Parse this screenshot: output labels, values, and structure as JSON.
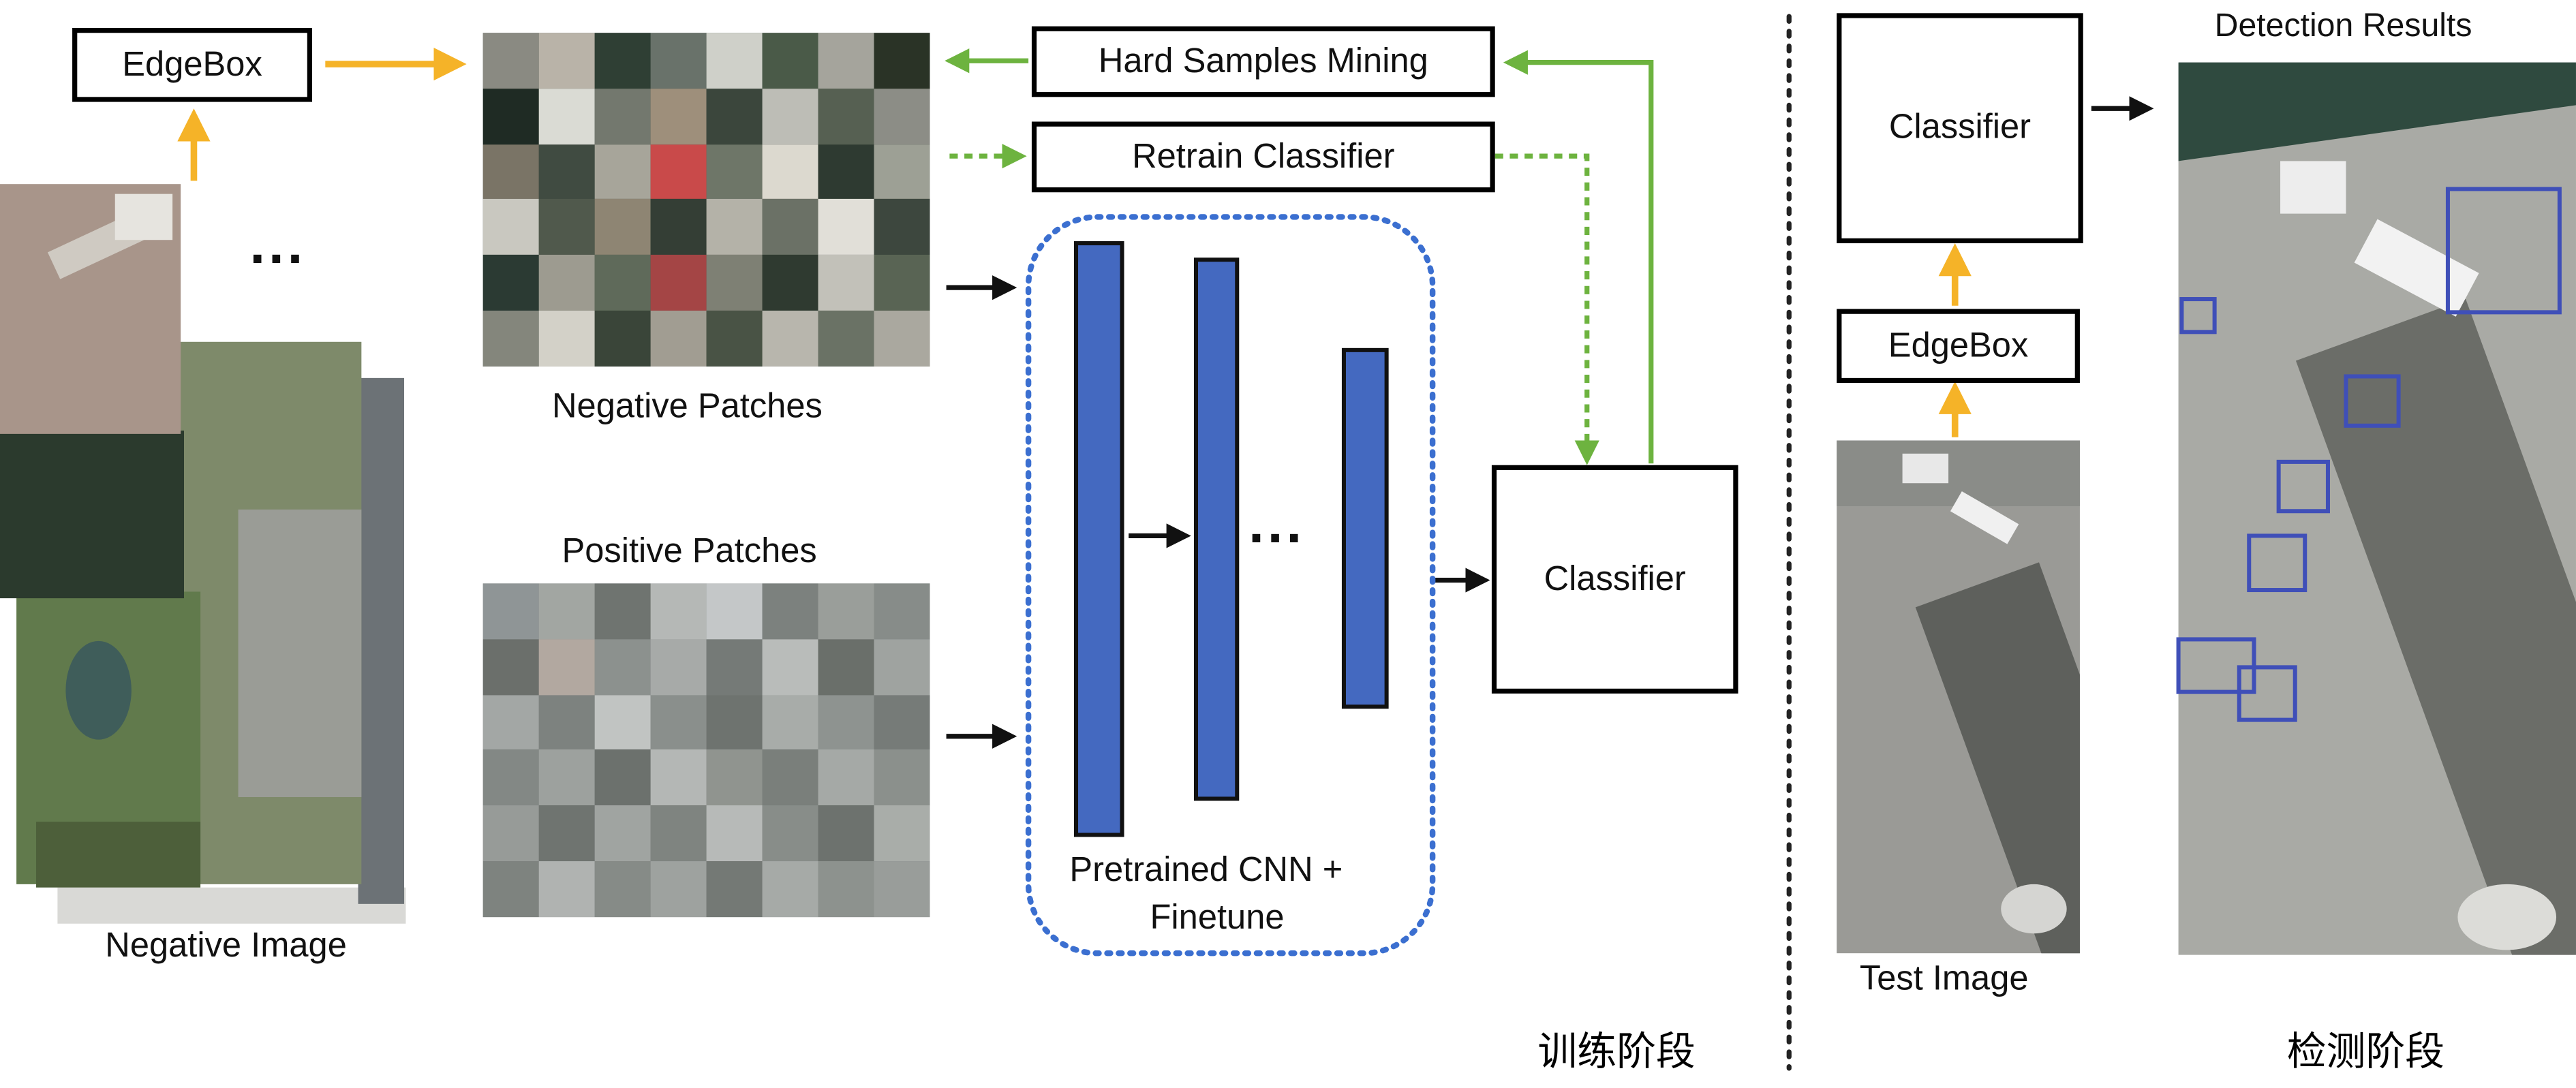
{
  "training": {
    "edgebox": "EdgeBox",
    "ellipsis_top": "...",
    "negative_image": "Negative Image",
    "negative_patches": "Negative Patches",
    "positive_patches": "Positive Patches",
    "hard_samples": "Hard Samples Mining",
    "retrain": "Retrain Classifier",
    "cnn_ellipsis": "...",
    "cnn_caption_line1": "Pretrained CNN +",
    "cnn_caption_line2": "Finetune",
    "classifier": "Classifier",
    "stage_label": "训练阶段"
  },
  "detection": {
    "classifier": "Classifier",
    "edgebox": "EdgeBox",
    "test_image": "Test Image",
    "results_title": "Detection Results",
    "stage_label": "检测阶段"
  },
  "colors": {
    "orange_arrow": "#f5b328",
    "green_arrow": "#6db33f",
    "cnn_bar": "#4469c0",
    "dotted_border": "#3b6fd0",
    "detection_box": "#3f4fb8"
  }
}
